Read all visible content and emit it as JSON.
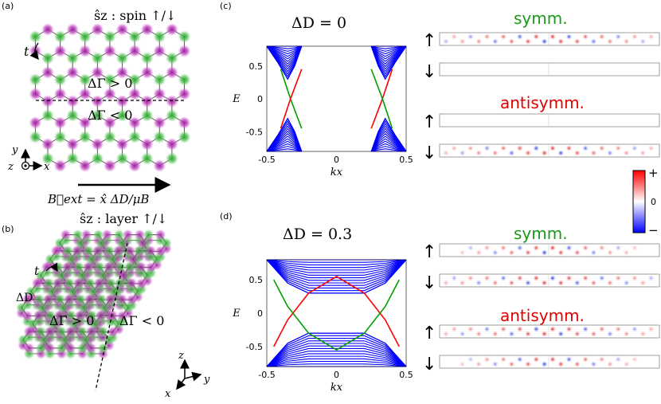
{
  "panels": {
    "a": {
      "label": "(a)",
      "title": "ŝz : spin ↑/↓",
      "hop": "t",
      "region_top": "ΔΓ > 0",
      "region_bottom": "ΔΓ < 0",
      "axis_y": "y",
      "axis_x": "x",
      "axis_z": "z",
      "field": "B⃗ext = x̂ ΔD/μB"
    },
    "b": {
      "label": "(b)",
      "title": "ŝz : layer ↑/↓",
      "hop": "t",
      "interlayer": "ΔD",
      "region_left": "ΔΓ > 0",
      "region_right": "ΔΓ < 0",
      "axis_z": "z",
      "axis_y": "y",
      "axis_x": "x"
    },
    "c": {
      "label": "(c)",
      "title": "ΔD = 0",
      "symm_label": "symm.",
      "antisymm_label": "antisymm.",
      "up_arrow": "↑",
      "down_arrow": "↓"
    },
    "d": {
      "label": "(d)",
      "title": "ΔD = 0.3",
      "symm_label": "symm.",
      "antisymm_label": "antisymm.",
      "up_arrow": "↑",
      "down_arrow": "↓"
    },
    "colorbar": {
      "plus": "+",
      "zero": "0",
      "minus": "−"
    }
  },
  "chart_data": [
    {
      "type": "line",
      "panel": "c",
      "title": "ΔD = 0",
      "xlabel": "kx",
      "ylabel": "E",
      "xlim": [
        -0.5,
        0.5
      ],
      "ylim": [
        -0.8,
        0.8
      ],
      "xticks": [
        "-0.5",
        "0",
        "0.5"
      ],
      "yticks": [
        "0.5",
        "0",
        "-0.5"
      ],
      "series": [
        {
          "color": "#0000ff",
          "x": [
            -0.5,
            -0.42,
            -0.35,
            -0.3,
            -0.25
          ],
          "y": [
            0.8,
            0.55,
            0.3,
            0.5,
            0.8
          ]
        },
        {
          "color": "#0000ff",
          "x": [
            -0.5,
            -0.42,
            -0.35,
            -0.3,
            -0.25
          ],
          "y": [
            -0.8,
            -0.55,
            -0.3,
            -0.5,
            -0.8
          ]
        },
        {
          "color": "#0000ff",
          "x": [
            0.25,
            0.3,
            0.35,
            0.42,
            0.5
          ],
          "y": [
            0.8,
            0.5,
            0.3,
            0.55,
            0.8
          ]
        },
        {
          "color": "#0000ff",
          "x": [
            0.25,
            0.3,
            0.35,
            0.42,
            0.5
          ],
          "y": [
            -0.8,
            -0.5,
            -0.3,
            -0.55,
            -0.8
          ]
        },
        {
          "color": "#00a000",
          "x": [
            -0.4,
            -0.33,
            -0.25
          ],
          "y": [
            0.45,
            0,
            -0.45
          ]
        },
        {
          "color": "#ff0000",
          "x": [
            -0.4,
            -0.33,
            -0.25
          ],
          "y": [
            -0.45,
            0,
            0.45
          ]
        },
        {
          "color": "#ff0000",
          "x": [
            0.25,
            0.33,
            0.4
          ],
          "y": [
            -0.45,
            0,
            0.45
          ]
        },
        {
          "color": "#00a000",
          "x": [
            0.25,
            0.33,
            0.4
          ],
          "y": [
            0.45,
            0,
            -0.45
          ]
        }
      ]
    },
    {
      "type": "line",
      "panel": "d",
      "title": "ΔD = 0.3",
      "xlabel": "kx",
      "ylabel": "E",
      "xlim": [
        -0.5,
        0.5
      ],
      "ylim": [
        -0.8,
        0.8
      ],
      "xticks": [
        "-0.5",
        "0",
        "0.5"
      ],
      "yticks": [
        "0.5",
        "0",
        "-0.5"
      ],
      "series": [
        {
          "color": "#0000ff",
          "x": [
            -0.5,
            -0.35,
            -0.2,
            0,
            0.2,
            0.35,
            0.5
          ],
          "y": [
            0.8,
            0.45,
            0.3,
            0.3,
            0.3,
            0.45,
            0.8
          ]
        },
        {
          "color": "#0000ff",
          "x": [
            -0.5,
            -0.35,
            -0.2,
            0,
            0.2,
            0.35,
            0.5
          ],
          "y": [
            -0.8,
            -0.45,
            -0.3,
            -0.3,
            -0.3,
            -0.45,
            -0.8
          ]
        },
        {
          "color": "#ff0000",
          "x": [
            -0.45,
            -0.35,
            -0.2,
            0,
            0.2,
            0.35,
            0.45
          ],
          "y": [
            -0.5,
            -0.1,
            0.3,
            0.55,
            0.3,
            -0.1,
            -0.5
          ]
        },
        {
          "color": "#00a000",
          "x": [
            -0.45,
            -0.35,
            -0.2,
            0,
            0.2,
            0.35,
            0.45
          ],
          "y": [
            0.5,
            0.1,
            -0.3,
            -0.55,
            -0.3,
            0.1,
            0.5
          ]
        }
      ]
    }
  ]
}
